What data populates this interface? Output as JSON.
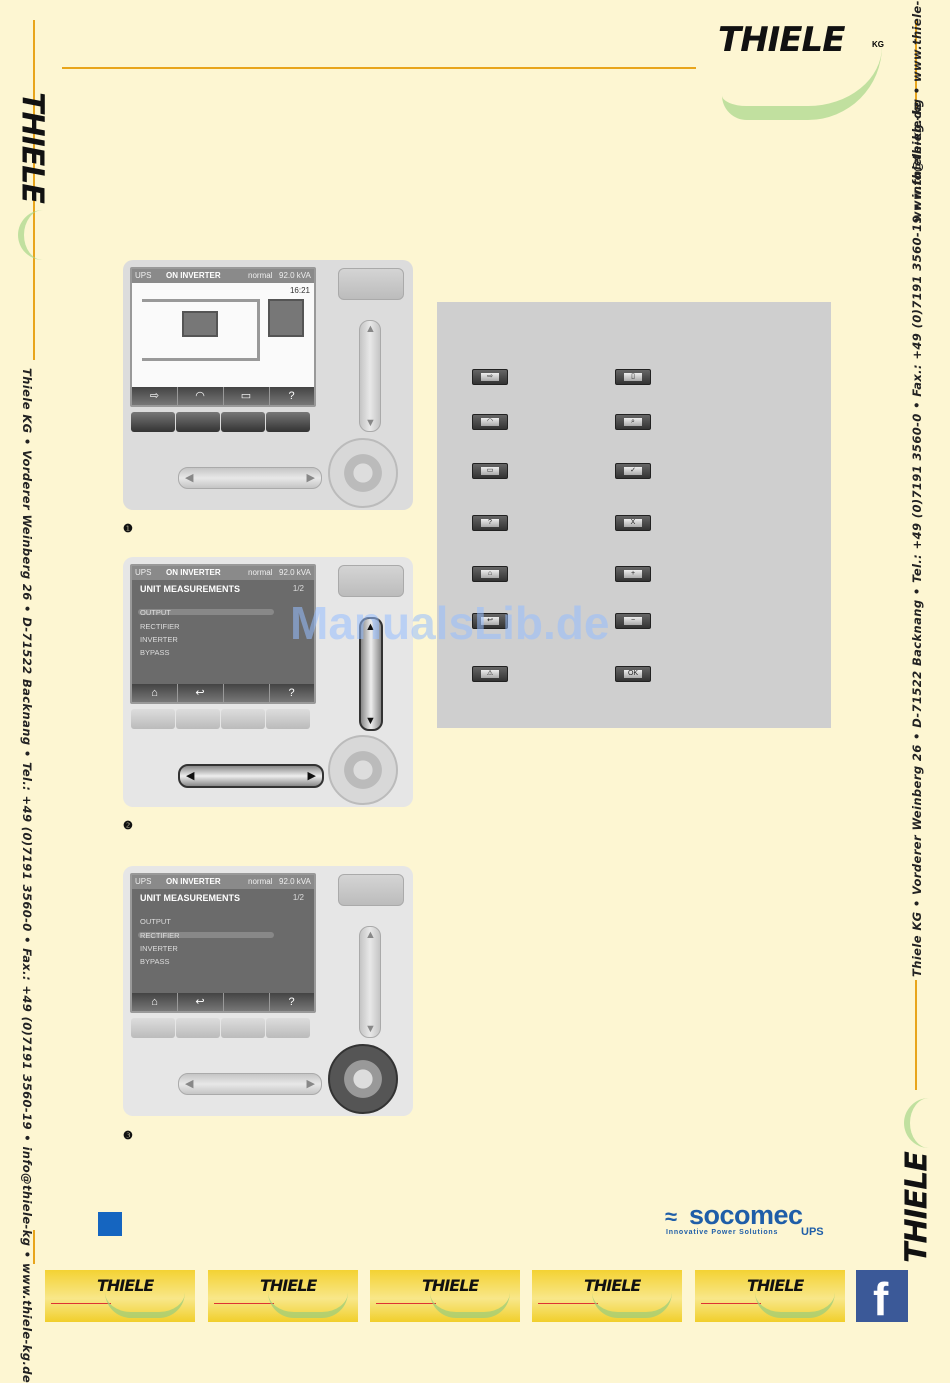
{
  "brand": {
    "name": "THIELE",
    "suffix": "KG"
  },
  "side_text": {
    "left": "Thiele KG • Vorderer Weinberg 26 • D-71522 Backnang • Tel.: +49 (0)7191 3560-0 • Fax.: +49 (0)7191 3560-19 • info@thiele-kg • www.thiele-kg.de",
    "right": "Thiele KG • Vorderer Weinberg 26 • D-71522 Backnang • Tel.: +49 (0)7191 3560-0 • Fax.: +49 (0)7191 3560-19 • info@thiele-kg • www.thiele-kg.de",
    "right_top": "www.thiele-kg.de"
  },
  "panel1": {
    "ups": "UPS",
    "state": "ON INVERTER",
    "mode": "normal",
    "power": "92.0 kVA",
    "time": "16:21",
    "help": "?",
    "step": "❶"
  },
  "panel2": {
    "ups": "UPS",
    "state": "ON INVERTER",
    "mode": "normal",
    "power": "92.0 kVA",
    "title": "UNIT MEASUREMENTS",
    "page": "1/2",
    "items": [
      "OUTPUT",
      "RECTIFIER",
      "INVERTER",
      "BYPASS"
    ],
    "help": "?",
    "step": "❷"
  },
  "panel3": {
    "ups": "UPS",
    "state": "ON INVERTER",
    "mode": "normal",
    "power": "92.0 kVA",
    "title": "UNIT MEASUREMENTS",
    "page": "1/2",
    "items": [
      "OUTPUT",
      "RECTIFIER",
      "INVERTER",
      "BYPASS"
    ],
    "help": "?",
    "step": "❸"
  },
  "legend": {
    "left_icons": [
      "plug-icon",
      "gauge-icon",
      "screen-icon",
      "help-icon",
      "home-icon",
      "back-icon",
      "alarm-icon"
    ],
    "left_labels": {
      "help": "?"
    },
    "right_icons": [
      "battery-icon",
      "magnify-icon",
      "check-icon",
      "cancel-icon",
      "plus-icon",
      "minus-icon",
      "ok-icon"
    ],
    "right_labels": {
      "cancel": "X",
      "plus": "+",
      "ok": "OK"
    }
  },
  "watermark": "ManualsLib.de",
  "socomec": {
    "name": "socomec",
    "tagline": "Innovative Power Solutions",
    "product": "UPS"
  },
  "facebook": "f",
  "colors": {
    "border": "#e8a51c",
    "page": "#fdf6d2",
    "socomec_blue": "#1f5ea8",
    "square": "#1565c0"
  }
}
